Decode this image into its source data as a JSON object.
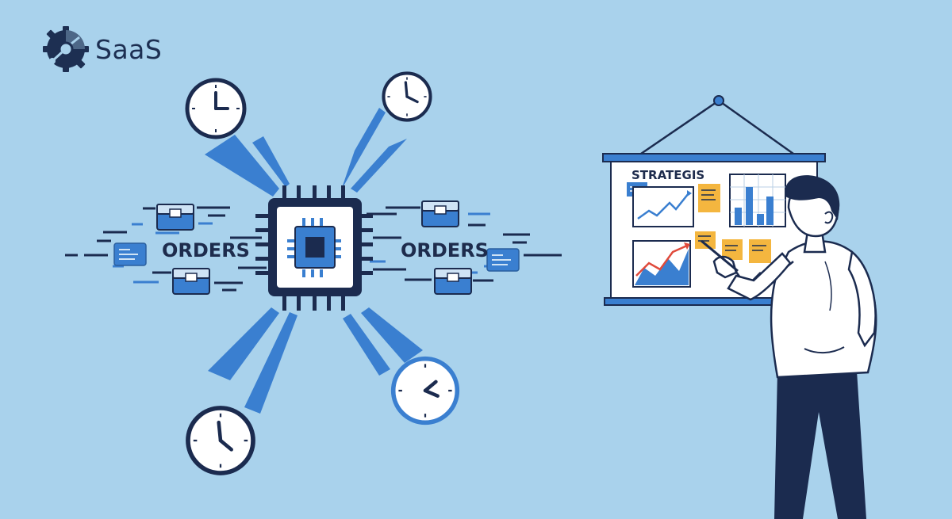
{
  "brand": {
    "name": "SaaS",
    "icon": "gear-network-icon"
  },
  "labels": {
    "orders_left": "ORDERS",
    "orders_right": "ORDERS",
    "board_title": "STRATEGIS"
  },
  "colors": {
    "background": "#a9d2ec",
    "navy": "#1b2b4f",
    "accent_blue": "#3a7fd0",
    "note_yellow": "#f4b63f",
    "trend_red": "#e04a3b"
  },
  "icons": [
    "clock-icon",
    "processor-chip-icon",
    "order-box-icon",
    "order-card-icon",
    "presentation-board-icon",
    "line-chart-icon",
    "bar-chart-icon",
    "area-chart-icon",
    "sticky-note-icon"
  ]
}
